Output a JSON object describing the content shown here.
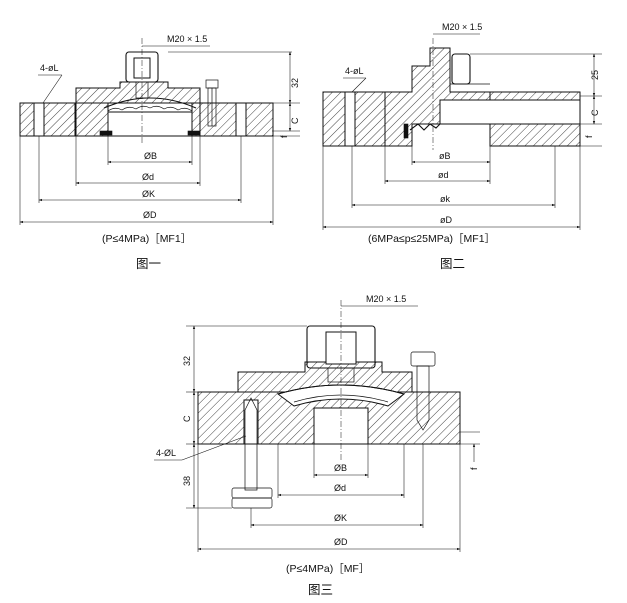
{
  "figures": [
    {
      "id": "fig1",
      "thread": "M20 × 1.5",
      "holes": "4-øL",
      "dim_height": "32",
      "dim_c": "C",
      "dim_f": "f",
      "dim_b": "ØB",
      "dim_d": "Ød",
      "dim_k": "ØK",
      "dim_outer": "ØD",
      "pressure": "(P≤4MPa)［MF1］",
      "caption": "图一"
    },
    {
      "id": "fig2",
      "thread": "M20 × 1.5",
      "holes": "4-øL",
      "dim_height": "25",
      "dim_c": "C",
      "dim_f": "f",
      "dim_b": "øB",
      "dim_d": "ød",
      "dim_k": "øk",
      "dim_outer": "øD",
      "pressure": "(6MPa≤p≤25MPa)［MF1］",
      "caption": "图二"
    },
    {
      "id": "fig3",
      "thread": "M20 × 1.5",
      "holes": "4-ØL",
      "dim_height": "32",
      "dim_c": "C",
      "dim_f": "f",
      "dim_bolt": "38",
      "dim_b": "ØB",
      "dim_d": "Ød",
      "dim_k": "ØK",
      "dim_outer": "ØD",
      "pressure": "(P≤4MPa)［MF］",
      "caption": "图三"
    }
  ],
  "colors": {
    "line": "#111111",
    "background": "#ffffff"
  }
}
